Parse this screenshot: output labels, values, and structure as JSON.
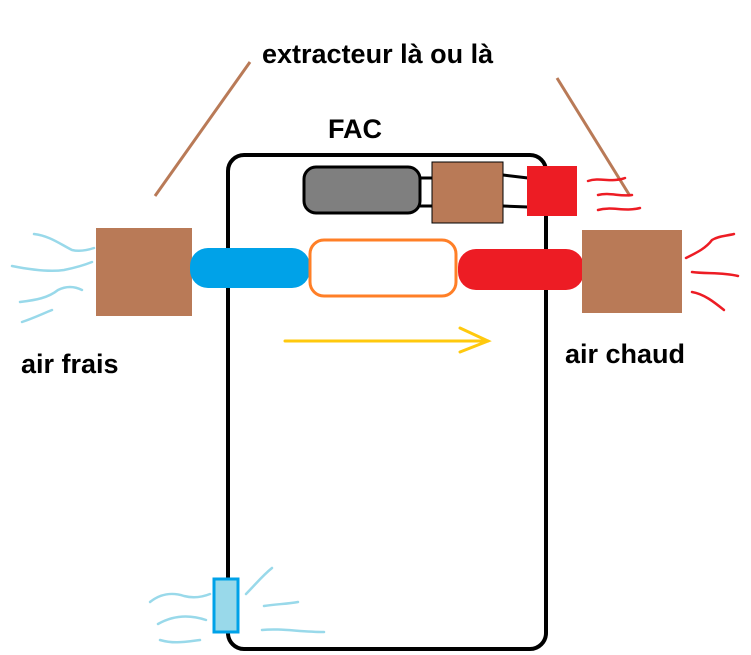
{
  "labels": {
    "extractor": "extracteur là ou là",
    "fac": "FAC",
    "fresh_air": "air frais",
    "hot_air": "air chaud"
  },
  "colors": {
    "outline": "#000000",
    "extractor_brown": "#b97a57",
    "leader_line": "#b97a57",
    "cold_blue": "#00a2e8",
    "hot_red": "#ed1c24",
    "radiator_orange": "#ff7f27",
    "compressor_gray": "#7f7f7f",
    "flow_arrow": "#ffc90e",
    "fresh_air_wisp": "#99d9ea",
    "hot_air_wisp": "#ed1c24"
  }
}
